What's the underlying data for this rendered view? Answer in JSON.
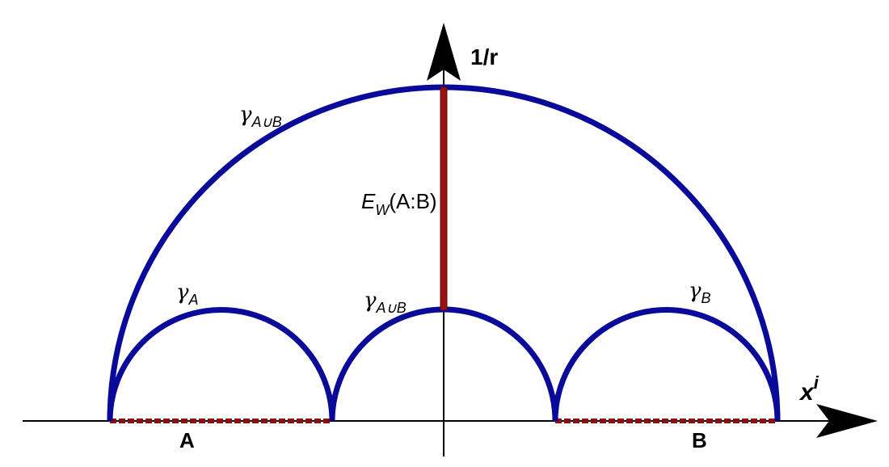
{
  "labels": {
    "y_axis": "1/r",
    "x_axis": "x",
    "x_axis_sup": "i",
    "region_a": "A",
    "region_b": "B",
    "gamma_union_outer": {
      "symbol": "γ",
      "sub": "A∪B"
    },
    "gamma_a": {
      "symbol": "γ",
      "sub": "A"
    },
    "gamma_union_inner": {
      "symbol": "γ",
      "sub": "A∪B"
    },
    "gamma_b": {
      "symbol": "γ",
      "sub": "B"
    },
    "entanglement_wedge": {
      "main": "E",
      "sub": "W",
      "rest": "(A:B)"
    }
  },
  "colors": {
    "geodesic": "#0a0a9a",
    "wedge": "#9b1010",
    "axis": "#000000",
    "interval": "#8b1010"
  }
}
